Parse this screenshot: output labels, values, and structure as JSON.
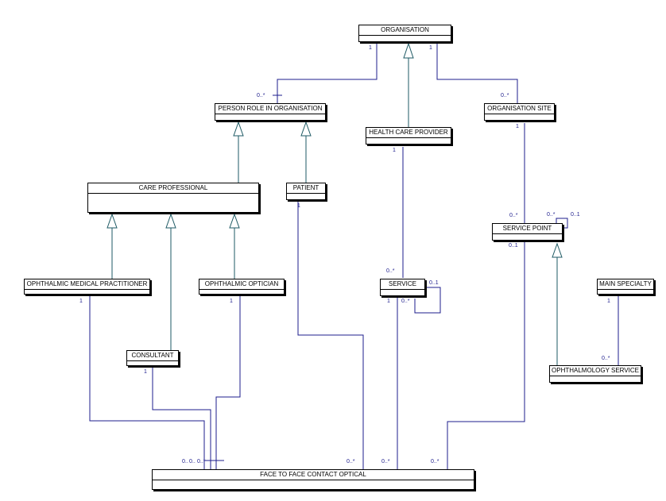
{
  "diagram": {
    "classes": {
      "organisation": "ORGANISATION",
      "person_role": "PERSON ROLE IN ORGANISATION",
      "organisation_site": "ORGANISATION SITE",
      "health_care_provider": "HEALTH CARE PROVIDER",
      "care_professional": "CARE PROFESSIONAL",
      "patient": "PATIENT",
      "service_point": "SERVICE POINT",
      "ophthalmic_medical_practitioner": "OPHTHALMIC MEDICAL PRACTITIONER",
      "ophthalmic_optician": "OPHTHALMIC OPTICIAN",
      "service": "SERVICE",
      "main_specialty": "MAIN SPECIALTY",
      "consultant": "CONSULTANT",
      "ophthalmology_service": "OPHTHALMOLOGY SERVICE",
      "face_to_face_contact_optical": "FACE TO FACE CONTACT OPTICAL"
    },
    "multiplicities": {
      "org_to_role_one": "1",
      "org_to_site_one": "1",
      "role_many": "0..*",
      "site_many": "0..*",
      "site_one": "1",
      "provider_one": "1",
      "patient_one": "1",
      "sp_many": "0..*",
      "sp_self_many": "0..*",
      "sp_self_one": "0..1",
      "sp_lower": "0..1",
      "service_many": "0..*",
      "service_one": "1",
      "service_self_many": "0..*",
      "service_self_one": "0..1",
      "omp_one": "1",
      "optician_one": "1",
      "consultant_one": "1",
      "main_specialty_one": "1",
      "ophth_service_many": "0..*",
      "f2f_left_a": "0..",
      "f2f_left_b": "0..",
      "f2f_left_c": "0..*",
      "f2f_patient_many": "0..*",
      "f2f_service_many": "0..*",
      "f2f_sp_many": "0..*"
    }
  }
}
